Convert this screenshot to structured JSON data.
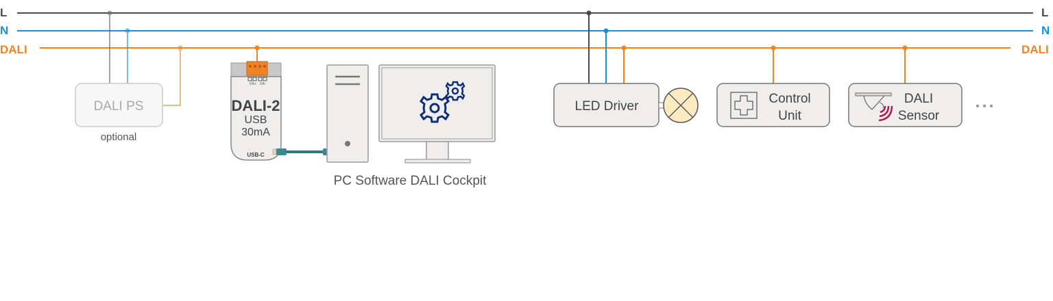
{
  "colors": {
    "line_L": "#4a4a4a",
    "line_N": "#1a8fd1",
    "line_DALI": "#ee8424",
    "box_fill": "#efeeed",
    "box_stroke": "#777777",
    "gear": "#0f2f73",
    "sensor_waves": "#b3164b",
    "lamp_fill": "#fbeac2",
    "cable": "#2b7a83"
  },
  "buses": {
    "left_labels": [
      "L",
      "N",
      "DALI"
    ],
    "right_labels": [
      "L",
      "N",
      "DALI"
    ]
  },
  "devices": {
    "power_supply": {
      "label": "DALI PS",
      "note": "optional"
    },
    "usb_interface": {
      "title": "DALI-2",
      "line2": "USB",
      "line3": "30mA",
      "port_label": "USB-C",
      "terminal_left": "DA+",
      "terminal_right": "DA-"
    },
    "pc": {
      "caption": "PC Software DALI Cockpit"
    },
    "led_driver": {
      "label": "LED Driver"
    },
    "control_unit": {
      "line1": "Control",
      "line2": "Unit"
    },
    "sensor": {
      "line1": "DALI",
      "line2": "Sensor"
    },
    "more": {
      "label": "• • •"
    }
  }
}
